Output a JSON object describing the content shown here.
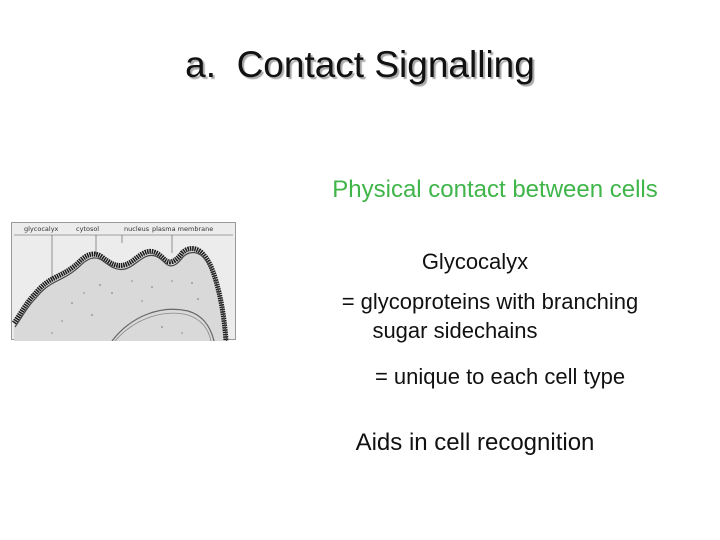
{
  "slide": {
    "title": "a.  Contact Signalling",
    "subtitle": "Physical contact between cells",
    "lines": [
      "Glycocalyx",
      "= glycoproteins with branching",
      "sugar sidechains",
      "= unique to each cell type",
      "Aids in cell recognition"
    ]
  },
  "figure": {
    "labels": [
      "glycocalyx",
      "cytosol",
      "nucleus",
      "plasma membrane"
    ]
  },
  "colors": {
    "subtitle": "#3fb54a",
    "text": "#111111"
  }
}
